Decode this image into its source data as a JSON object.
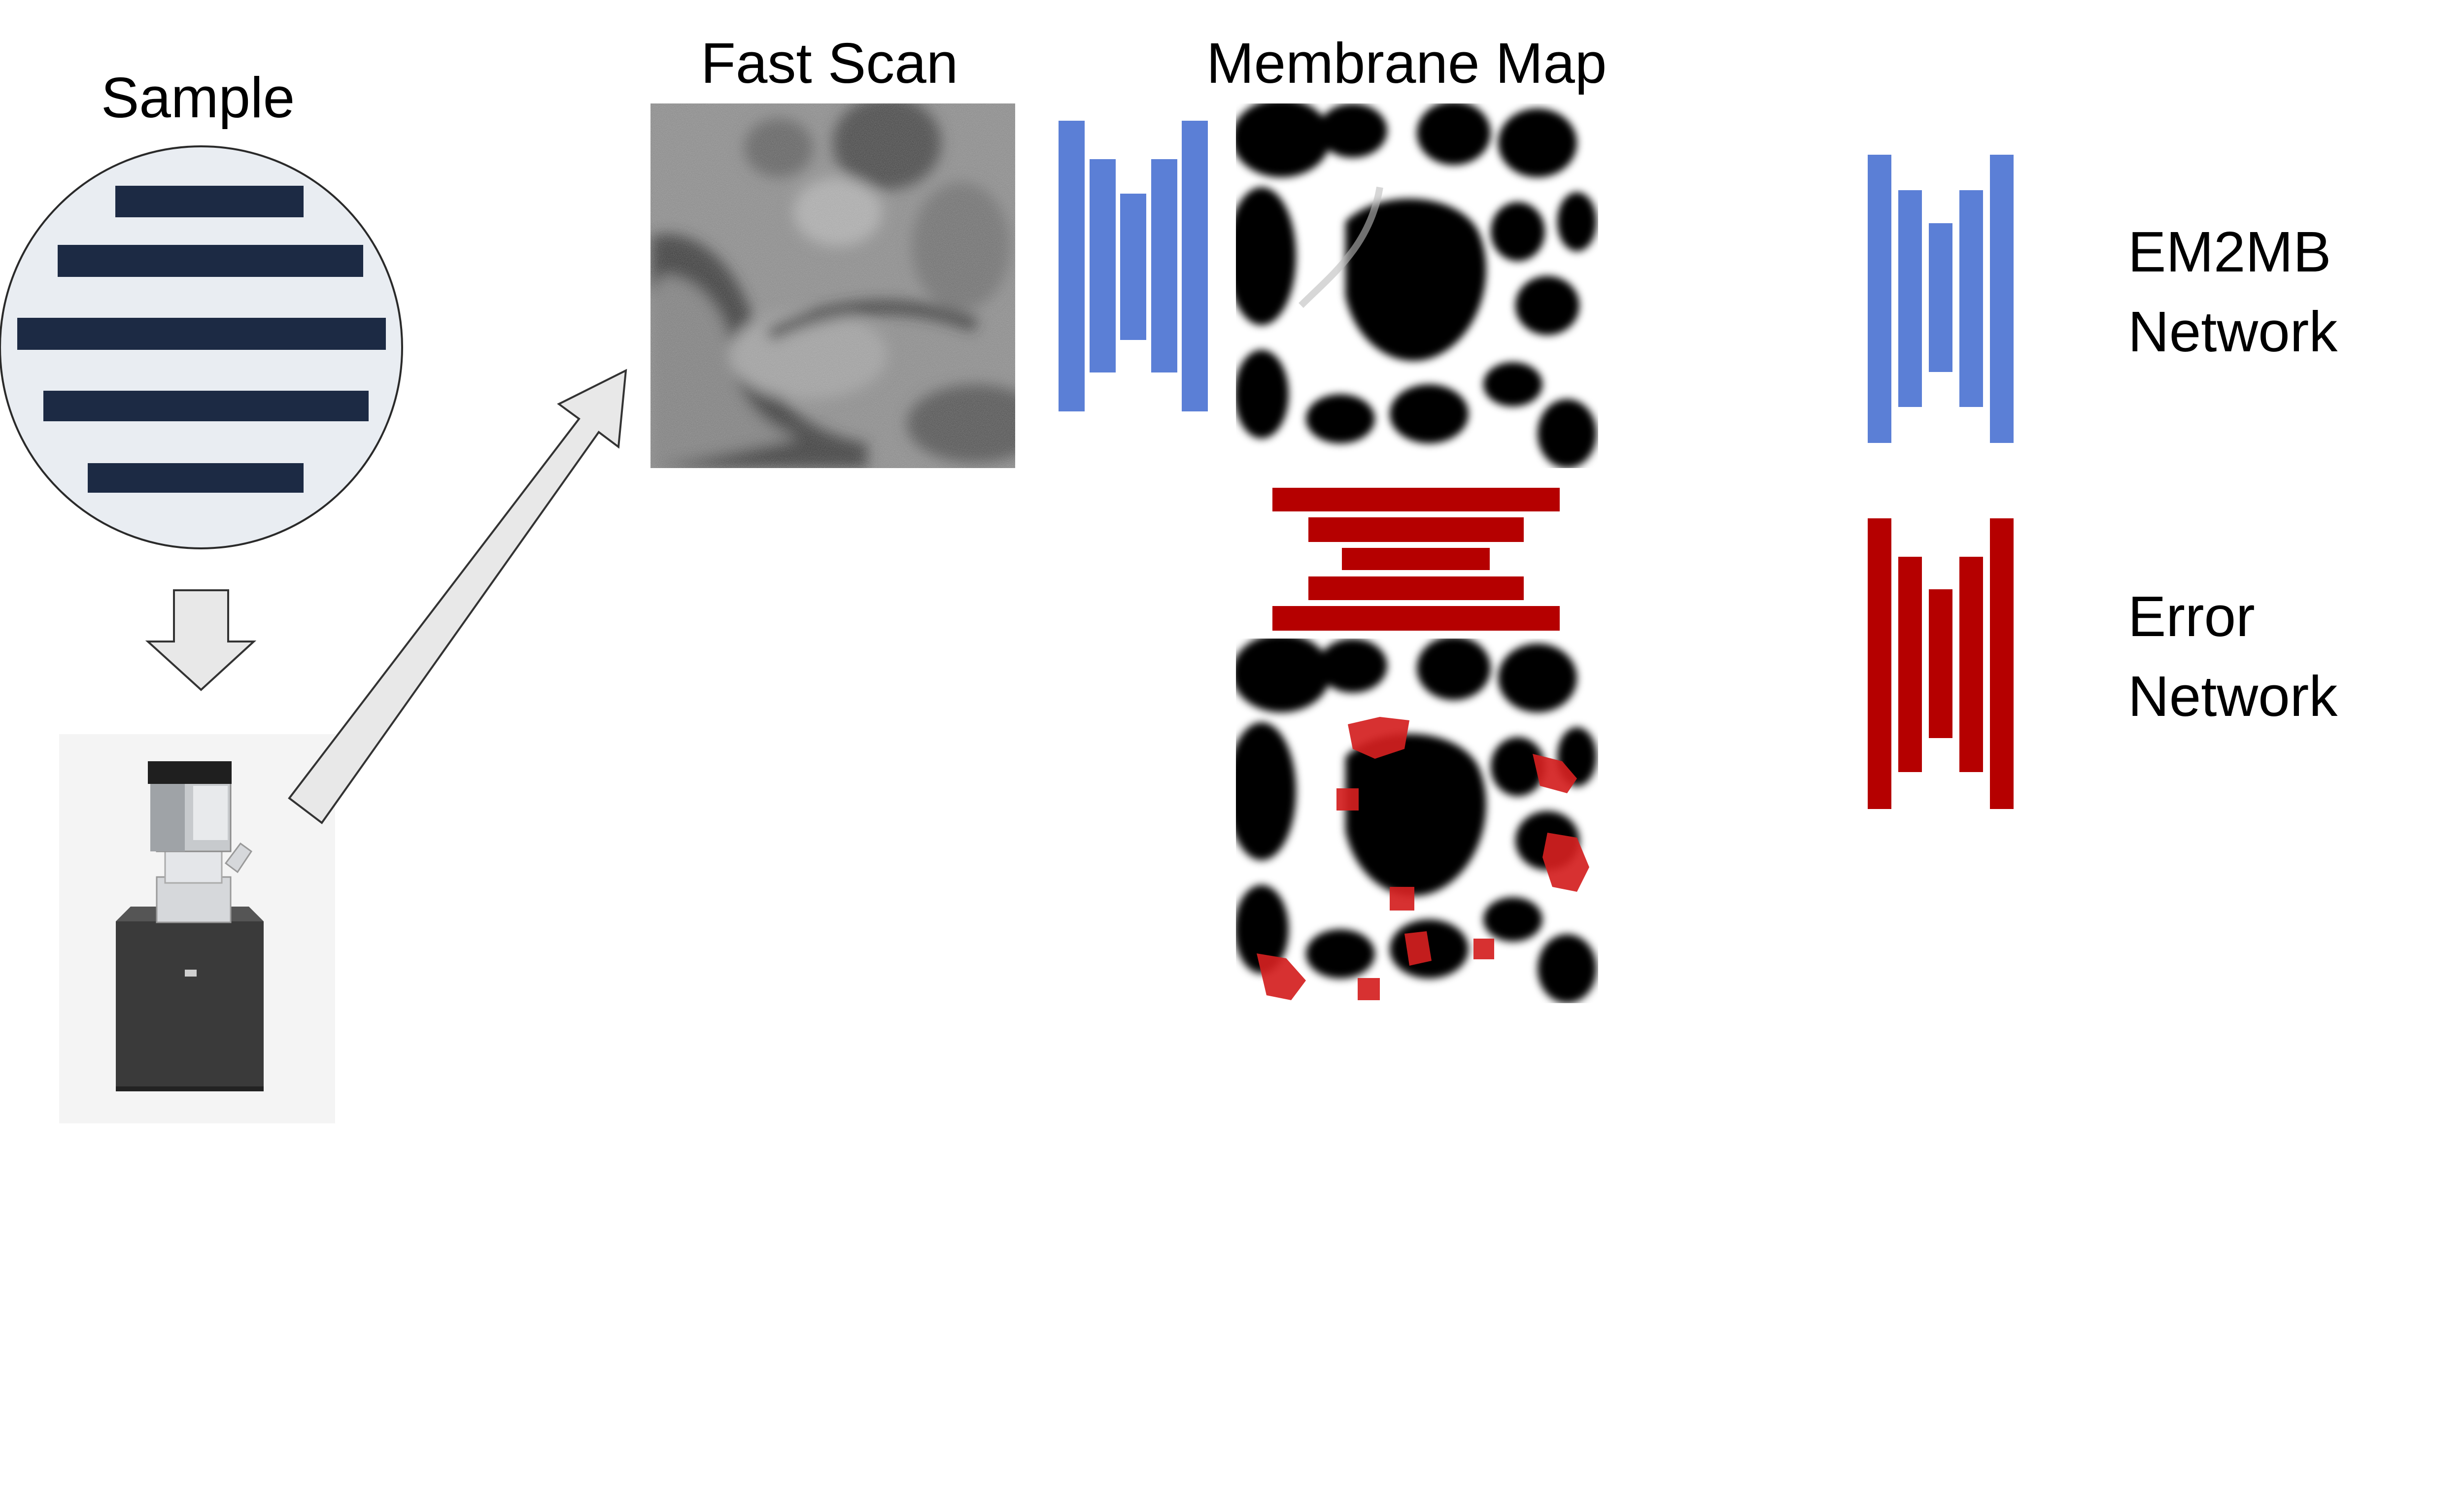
{
  "labels": {
    "sample": "Sample",
    "fast_scan": "Fast Scan",
    "membrane_map": "Membrane Map"
  },
  "legend": {
    "em2mb": {
      "line1": "EM2MB",
      "line2": "Network"
    },
    "error": {
      "line1": "Error",
      "line2": "Network"
    }
  },
  "colors": {
    "em2mb_network": "#5b7fd6",
    "error_network": "#b50000",
    "sample_strips": "#1c2a44",
    "sample_disk": "#e9edf2",
    "arrow_fill": "#e8e8e8"
  },
  "icons": {
    "microscope": "electron-microscope-icon",
    "sample": "sample-disk-icon"
  }
}
